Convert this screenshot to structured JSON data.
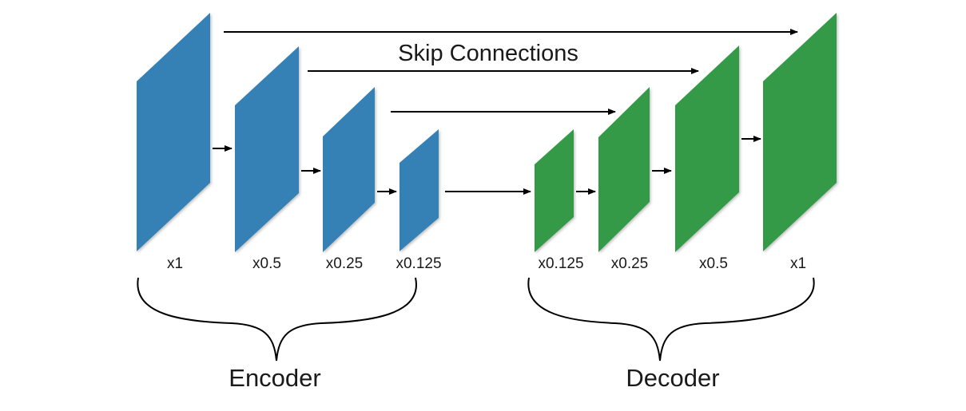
{
  "skip_connections": {
    "label": "Skip Connections"
  },
  "encoder": {
    "label": "Encoder",
    "color": "#3680b4",
    "blocks": [
      {
        "scale_label": "x1"
      },
      {
        "scale_label": "x0.5"
      },
      {
        "scale_label": "x0.25"
      },
      {
        "scale_label": "x0.125"
      }
    ]
  },
  "decoder": {
    "label": "Decoder",
    "color": "#359a47",
    "blocks": [
      {
        "scale_label": "x0.125"
      },
      {
        "scale_label": "x0.25"
      },
      {
        "scale_label": "x0.5"
      },
      {
        "scale_label": "x1"
      }
    ]
  }
}
